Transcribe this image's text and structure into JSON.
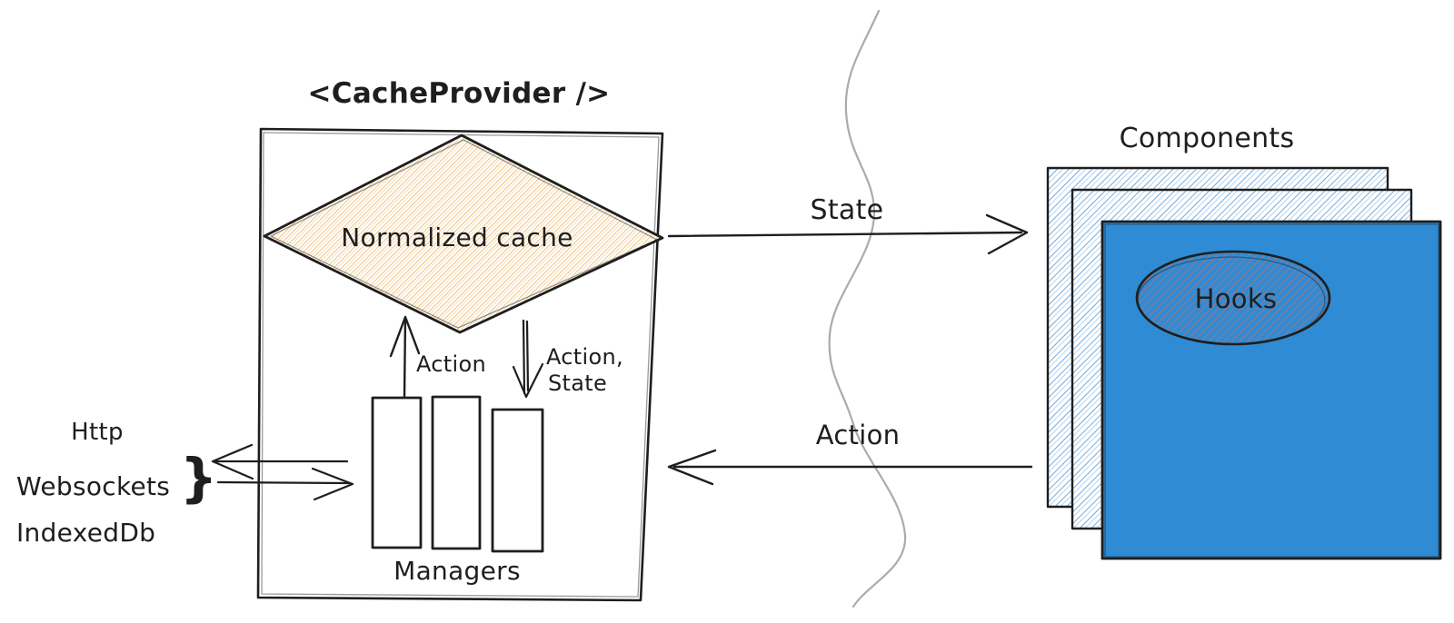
{
  "colors": {
    "ink": "#1e1e1e",
    "orange_hatch": "#e8a33d",
    "blue_fill": "#2f8bd3",
    "blue_hatch": "#5b9bd5",
    "red_hatch": "#c96a6a",
    "divider_gray": "#ababab"
  },
  "cache_provider": {
    "title": "<CacheProvider />",
    "diamond_label": "Normalized cache",
    "arrow_up_label": "Action",
    "arrow_down_label_line1": "Action,",
    "arrow_down_label_line2": "State",
    "managers_label": "Managers"
  },
  "sources": {
    "items": [
      "Http",
      "Websockets",
      "IndexedDb"
    ],
    "brace": "}"
  },
  "flow": {
    "state_label": "State",
    "action_label": "Action"
  },
  "components": {
    "title": "Components",
    "hooks_label": "Hooks"
  }
}
